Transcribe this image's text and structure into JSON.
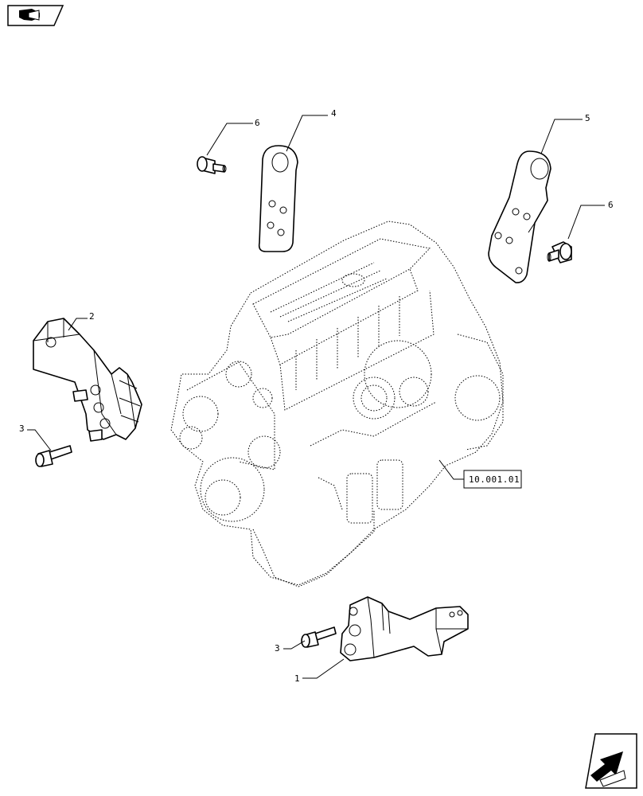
{
  "diagram": {
    "callouts": {
      "c1": "1",
      "c2": "2",
      "c3a": "3",
      "c3b": "3",
      "c4": "4",
      "c5": "5",
      "c6a": "6",
      "c6b": "6"
    },
    "reference": "10.001.01",
    "icons": {
      "top_left": "catalog-book-icon",
      "bottom_right": "next-page-arrow-icon"
    }
  }
}
